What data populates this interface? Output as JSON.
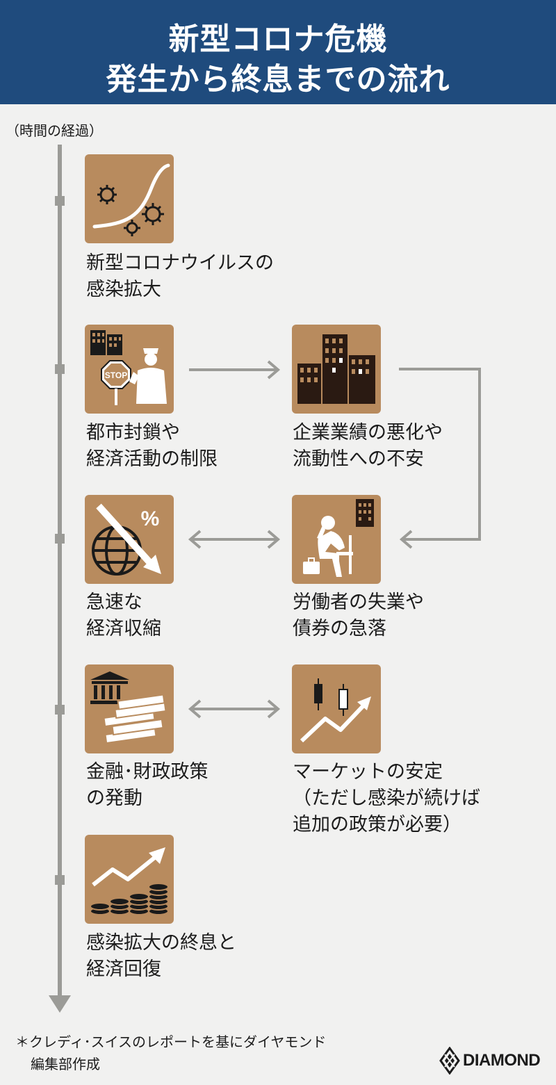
{
  "header": {
    "title_line1": "新型コロナ危機",
    "title_line2": "発生から終息までの流れ"
  },
  "time_axis_label": "（時間の経過）",
  "steps": [
    {
      "icon": "virus-spread-curve-icon",
      "line1": "新型コロナウイルスの",
      "line2": "感染拡大"
    },
    {
      "icon": "lockdown-stop-officer-icon",
      "line1": "都市封鎖や",
      "line2": "経済活動の制限"
    },
    {
      "icon": "office-buildings-icon",
      "line1": "企業業績の悪化や",
      "line2": "流動性への不安"
    },
    {
      "icon": "globe-decline-percent-icon",
      "line1": "急速な",
      "line2": "経済収縮"
    },
    {
      "icon": "unemployed-worker-icon",
      "line1": "労働者の失業や",
      "line2": "債券の急落"
    },
    {
      "icon": "bank-money-stack-icon",
      "line1": "金融･財政政策",
      "line2": "の発動"
    },
    {
      "icon": "candlestick-uptrend-icon",
      "line1": "マーケットの安定",
      "line2": "（ただし感染が続けば",
      "line3": "追加の政策が必要）"
    },
    {
      "icon": "coins-growth-icon",
      "line1": "感染拡大の終息と",
      "line2": "経済回復"
    }
  ],
  "colors": {
    "header_bg": "#1f4b7d",
    "icon_bg": "#b88b5e",
    "timeline": "#9b9b97",
    "arrow": "#9b9b97",
    "background": "#f1f1f0"
  },
  "footnote": {
    "line1": "＊クレディ･スイスのレポートを基にダイヤモンド",
    "line2": "編集部作成"
  },
  "brand": {
    "name": "DIAMOND"
  }
}
